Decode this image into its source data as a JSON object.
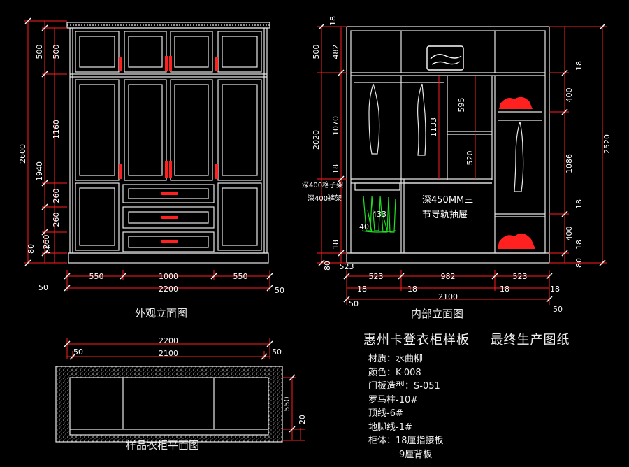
{
  "captions": {
    "exterior": "外观立面图",
    "interior": "内部立面图",
    "plan": "样品衣柜平面图"
  },
  "title": {
    "main": "惠州卡登衣柜样板",
    "sub": "最终生产图纸"
  },
  "specs": [
    "材质：水曲柳",
    "颜色：K-008",
    "门板造型：S-051",
    "罗马柱-10#",
    "顶线-6#",
    "地脚线-1#",
    "柜体：18厘指接板",
    "9厘背板"
  ],
  "exterior_dims": {
    "left_total": "2600",
    "left_sub": "1940",
    "left_80": "80",
    "seg_500": "500",
    "seg_1160": "1160",
    "seg_260a": "260",
    "seg_260b": "260",
    "seg_260c": "260",
    "seg_80": "80",
    "bottom_550a": "550",
    "bottom_1000": "1000",
    "bottom_550b": "550",
    "bottom_2200": "2200",
    "side_50a": "50",
    "side_50b": "50"
  },
  "interior_dims": {
    "left_18a": "18",
    "left_500": "500",
    "left_482": "482",
    "left_2020": "2020",
    "left_1070": "1070",
    "left_18b": "18",
    "left_18c": "18",
    "left_80": "80",
    "right_2520": "2520",
    "right_18a": "18",
    "right_400a": "400",
    "right_1086": "1086",
    "right_18b": "18",
    "right_400b": "400",
    "right_18c": "18",
    "right_80": "80",
    "inner_595": "595",
    "inner_1133": "1133",
    "inner_520": "520",
    "inner_433": "433",
    "inner_40": "40",
    "bottom_523a": "523",
    "bottom_523b": "523",
    "bottom_982": "982",
    "bottom_523c": "523",
    "bottom_18a": "18",
    "bottom_18b": "18",
    "bottom_18c": "18",
    "bottom_18d": "18",
    "bottom_2100": "2100",
    "bottom_50a": "50",
    "bottom_50b": "50",
    "note_grid": "深400格子架",
    "note_trouser": "深400裤架",
    "drawer_note_1": "深450MM三",
    "drawer_note_2": "节导轨抽屉"
  },
  "plan_dims": {
    "total": "2200",
    "inner": "2100",
    "side_50a": "50",
    "side_50b": "50",
    "depth": "550",
    "gap": "20"
  }
}
